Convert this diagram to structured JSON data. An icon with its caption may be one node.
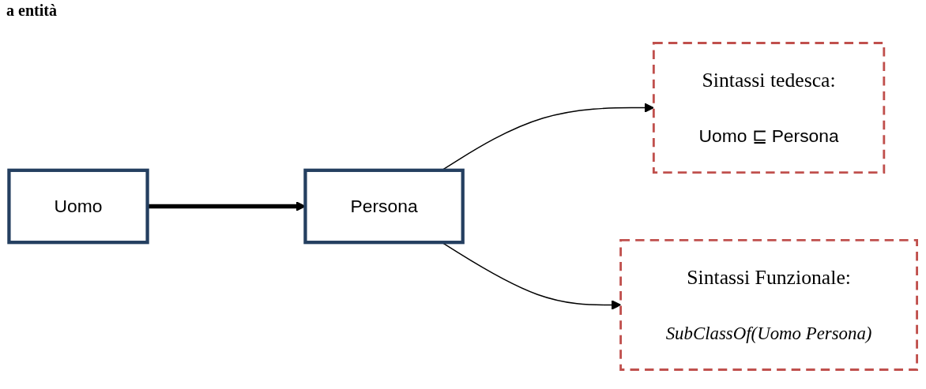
{
  "diagram": {
    "title": "a entità",
    "nodes": [
      {
        "text": [
          "Persona"
        ]
      },
      {
        "text": [
          "Uomo"
        ]
      },
      {
        "text": [
          "Sintassi tedesca:",
          "Uomo ⊑ Persona"
        ]
      },
      {
        "text": [
          "Sintassi Funzionale:",
          "SubClassOf(Uomo Persona)"
        ]
      }
    ],
    "edges": [
      {
        "from": 1,
        "to": 0,
        "arrow": "to",
        "style": "thick"
      },
      {
        "from": 0,
        "to": 2,
        "arrow": "to"
      },
      {
        "from": 0,
        "to": 3,
        "arrow": "to"
      }
    ]
  }
}
